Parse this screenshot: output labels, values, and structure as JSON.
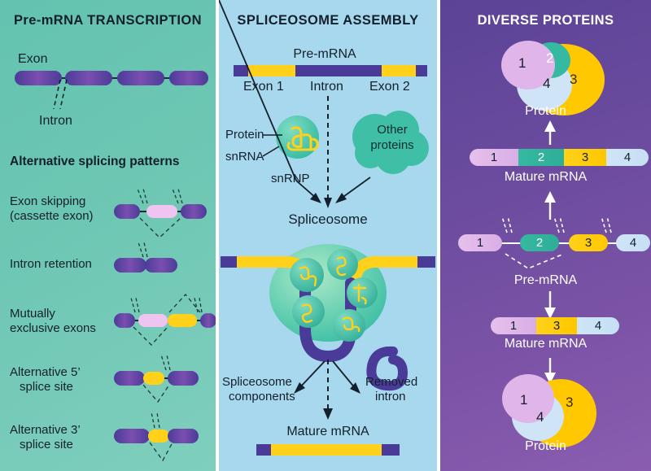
{
  "panels": {
    "left": {
      "title": "Pre-mRNA TRANSCRIPTION",
      "exon_label": "Exon",
      "intron_label": "Intron",
      "subtitle": "Alternative splicing patterns",
      "patterns": [
        {
          "name": "exon-skipping",
          "line1": "Exon skipping",
          "line2": "(cassette exon)"
        },
        {
          "name": "intron-retention",
          "line1": "Intron retention",
          "line2": ""
        },
        {
          "name": "mutually-exclusive-exons",
          "line1": "Mutually",
          "line2": "exclusive exons"
        },
        {
          "name": "alternative-5-splice-site",
          "line1": "Alternative 5’",
          "line2": "splice site"
        },
        {
          "name": "alternative-3-splice-site",
          "line1": "Alternative 3’",
          "line2": "splice site"
        }
      ]
    },
    "middle": {
      "title": "SPLICEOSOME ASSEMBLY",
      "premrna_label": "Pre-mRNA",
      "exon1_label": "Exon 1",
      "intron_label": "Intron",
      "exon2_label": "Exon 2",
      "protein_label": "Protein",
      "snrna_label": "snRNA",
      "snrnp_label": "snRNP",
      "other_proteins_line1": "Other",
      "other_proteins_line2": "proteins",
      "spliceosome_label": "Spliceosome",
      "components_line1": "Spliceosome",
      "components_line2": "components",
      "removed_line1": "Removed",
      "removed_line2": "intron",
      "mature_label": "Mature mRNA"
    },
    "right": {
      "title": "DIVERSE PROTEINS",
      "protein_top_label": "Protein",
      "mature_top_label": "Mature mRNA",
      "premrna_label": "Pre-mRNA",
      "mature_bottom_label": "Mature mRNA",
      "protein_bottom_label": "Protein",
      "mature_top_segments": [
        "1",
        "2",
        "3",
        "4"
      ],
      "premrna_segments": [
        "1",
        "2",
        "3",
        "4"
      ],
      "mature_bottom_segments": [
        "1",
        "3",
        "4"
      ],
      "protein_top_blobs": [
        "1",
        "2",
        "4",
        "3"
      ],
      "protein_bottom_blobs": [
        "1",
        "4",
        "3"
      ]
    }
  },
  "colors": {
    "panel_left_bg": "#6cc6b2",
    "panel_middle_bg": "#a8d8ee",
    "panel_right_bg": "#6a4b9e",
    "exon_purple": "#4b3b98",
    "intron_yellow": "#ffd11a",
    "cassette_pink": "#efc4f0",
    "teal": "#35b9a0",
    "lightblue": "#cfe4f7",
    "lilac": "#e0b6ea",
    "text_dark": "#13202b",
    "text_light": "#ffffff"
  }
}
